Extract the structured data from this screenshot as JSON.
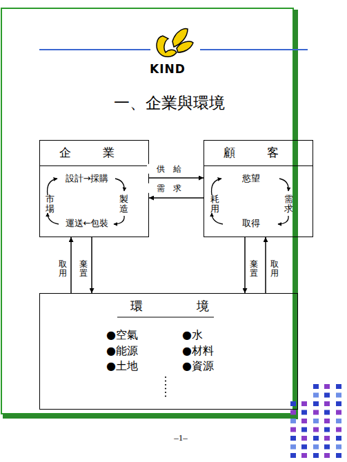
{
  "diagram": {
    "title": "一、企業與環境",
    "nodes": [
      {
        "text": [
          "企業",
          "設計→採購",
          "製造",
          "運送←包裝",
          "市場"
        ]
      },
      {
        "text": [
          "顧客",
          "慾望",
          "需求",
          "取得",
          "耗用"
        ]
      },
      {
        "text": [
          "環境",
          "●空氣",
          "●能源",
          "●土地",
          "●水",
          "●材料",
          "●資源"
        ]
      }
    ],
    "edges": [
      {
        "from": 0,
        "to": 1,
        "label": "供給",
        "arrow": "to"
      },
      {
        "from": 1,
        "to": 0,
        "label": "需求",
        "arrow": "to"
      },
      {
        "from": 2,
        "to": 0,
        "label": "取用",
        "arrow": "to"
      },
      {
        "from": 0,
        "to": 2,
        "label": "棄置",
        "arrow": "to"
      },
      {
        "from": 1,
        "to": 2,
        "label": "棄置",
        "arrow": "to"
      },
      {
        "from": 2,
        "to": 1,
        "label": "取用",
        "arrow": "to"
      }
    ],
    "labels": [
      "KIND",
      "–1–"
    ]
  }
}
